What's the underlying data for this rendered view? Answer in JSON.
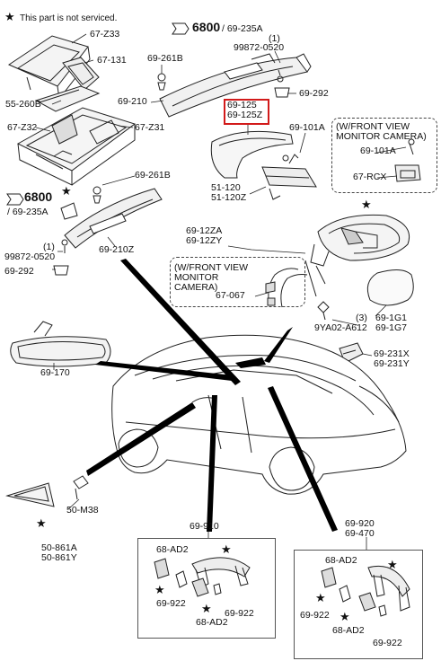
{
  "note": {
    "star": "★",
    "text": "This part is not serviced."
  },
  "labels": {
    "z33": "67-Z33",
    "p131": "67-131",
    "p260b": "55-260B",
    "z32": "67-Z32",
    "z31": "67-Z31",
    "p261b_top": "69-261B",
    "p261b_mid": "69-261B",
    "p210": "69-210",
    "p210z": "69-210Z",
    "ref6800_top": "6800",
    "ref235a_top": "/ 69-235A",
    "ref6800_mid": "6800",
    "ref235a_mid": "/ 69-235A",
    "n1_top": "(1)",
    "p99872_top": "99872-0520",
    "p292_top": "69-292",
    "n1_mid": "(1)",
    "p99872_mid": "99872-0520",
    "p292_mid": "69-292",
    "p125": "69-125",
    "p125z": "69-125Z",
    "p101a": "69-101A",
    "box_monitor_line1": "(W/FRONT VIEW",
    "box_monitor_line2": "MONITOR CAMERA)",
    "p101a_box": "69-101A",
    "rcx": "67-RCX",
    "p51120": "51-120",
    "p51120z": "51-120Z",
    "p12za": "69-12ZA",
    "p12zy": "69-12ZY",
    "box2_line1": "(W/FRONT VIEW",
    "box2_line2": "MONITOR",
    "box2_line3": "CAMERA)",
    "p067": "67-067",
    "n3": "(3)",
    "p9ya02": "9YA02-A612",
    "p1g1": "69-1G1",
    "p1g7": "69-1G7",
    "p231x": "69-231X",
    "p231y": "69-231Y",
    "p170": "69-170",
    "m38": "50-M38",
    "p861a": "50-861A",
    "p861y": "50-861Y",
    "p910": "69-910",
    "p920": "69-920",
    "p470": "69-470",
    "ad2_l1": "68-AD2",
    "p922_l1": "69-922",
    "ad2_l2": "68-AD2",
    "p922_l2": "69-922",
    "ad2_r1": "68-AD2",
    "p922_r1": "69-922",
    "ad2_r2": "68-AD2",
    "p922_r2": "69-922"
  }
}
